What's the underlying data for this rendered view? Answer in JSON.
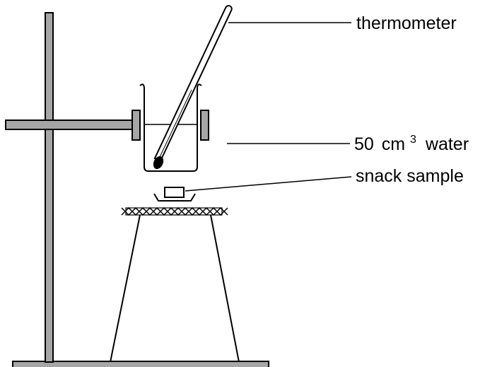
{
  "labels": {
    "thermometer": "thermometer",
    "water_amount": "50",
    "water_unit_base": "cm",
    "water_unit_exponent": "3",
    "water_word": "water",
    "snack_sample": "snack sample"
  },
  "colors": {
    "line": "#000000",
    "metal": "#a6a6a6",
    "background": "#ffffff"
  }
}
